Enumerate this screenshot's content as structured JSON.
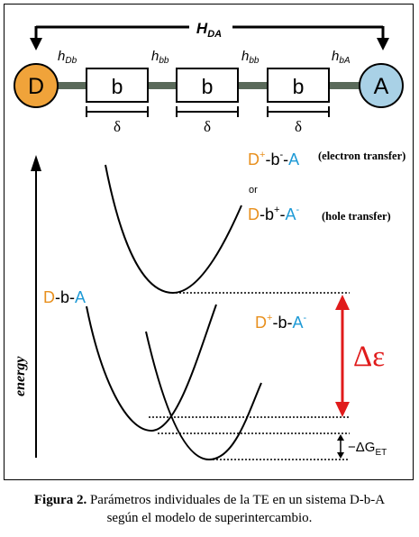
{
  "diagram": {
    "coupling_total": {
      "main": "H",
      "sub": "DA"
    },
    "couplings": [
      {
        "main": "h",
        "sub": "Db"
      },
      {
        "main": "h",
        "sub": "bb"
      },
      {
        "main": "h",
        "sub": "bb"
      },
      {
        "main": "h",
        "sub": "bA"
      }
    ],
    "donor_label": "D",
    "acceptor_label": "A",
    "bridge_label": "b",
    "bridge_count": 3,
    "delta_symbol": "δ",
    "energy_axis_label": "energy",
    "states": {
      "initial": {
        "d": "D",
        "dash1": "-",
        "b": "b",
        "dash2": "-",
        "a": "A"
      },
      "final": {
        "d": "D",
        "d_sup": "+",
        "dash1": "-",
        "b": "b",
        "dash2": "-",
        "a": "A",
        "a_sup": "-"
      },
      "bridge_electron": {
        "d": "D",
        "d_sup": "+",
        "dash1": "-",
        "b": "b",
        "b_sup": "-",
        "dash2": "-",
        "a": "A",
        "note": "(electron transfer)"
      },
      "bridge_or": "or",
      "bridge_hole": {
        "d": "D",
        "dash1": "-",
        "b": "b",
        "b_sup": "+",
        "dash2": "-",
        "a": "A",
        "a_sup": "-",
        "note": "(hole transfer)"
      }
    },
    "delta_epsilon": "Δε",
    "delta_g": {
      "prefix": "−ΔG",
      "sub": "ET"
    }
  },
  "caption": {
    "label": "Figura 2.",
    "text_line1": "Parámetros individuales de la TE en un sistema D-b-A",
    "text_line2": "según el modelo de superintercambio."
  },
  "colors": {
    "donor": "#f0a33a",
    "acceptor": "#a9d1e6",
    "orange_text": "#e8901e",
    "blue_text": "#1e9ad6",
    "bridge_bar": "#5a6a5a",
    "red_arrow": "#e01b1b"
  }
}
